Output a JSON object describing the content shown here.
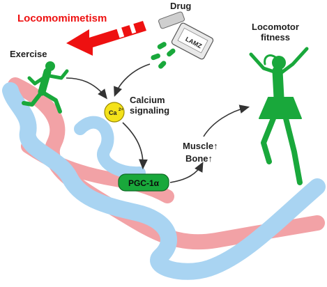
{
  "locomomimetism": "Locomomimetism",
  "exercise": "Exercise",
  "drug": {
    "label": "Drug",
    "bottle_text": "LAMZ"
  },
  "calcium": {
    "ion_symbol": "Ca",
    "ion_charge": "2+",
    "label_line1": "Calcium",
    "label_line2": "signaling"
  },
  "pgc": "PGC-1α",
  "outcomes": {
    "muscle": "Muscle↑",
    "bone": "Bone↑"
  },
  "fitness": {
    "line1": "Locomotor",
    "line2": "fitness"
  },
  "colors": {
    "arrow_red": "#ee1111",
    "figure_green": "#19a83b",
    "ribbon_blue": "#a9d4f2",
    "ribbon_pink": "#f2a2a6",
    "calcium_yellow": "#f4e21a"
  },
  "icons": [
    "runner-icon",
    "pill-bottle-icon",
    "capsule-icon",
    "dancer-icon"
  ]
}
